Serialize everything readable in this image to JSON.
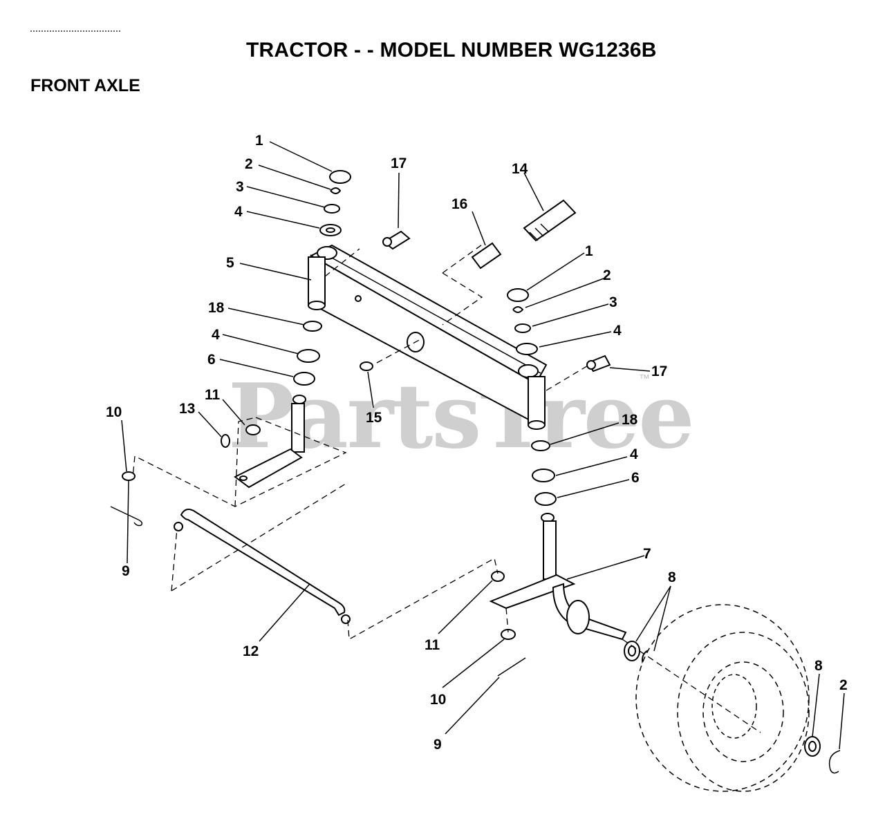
{
  "header": {
    "title": "TRACTOR - - MODEL NUMBER WG1236B",
    "section": "FRONT AXLE"
  },
  "watermark": {
    "text": "PartsTree",
    "trademark": "™"
  },
  "callouts": [
    {
      "id": "c1a",
      "text": "1"
    },
    {
      "id": "c2a",
      "text": "2"
    },
    {
      "id": "c3a",
      "text": "3"
    },
    {
      "id": "c4a",
      "text": "4"
    },
    {
      "id": "c5",
      "text": "5"
    },
    {
      "id": "c18a",
      "text": "18"
    },
    {
      "id": "c4b",
      "text": "4"
    },
    {
      "id": "c6a",
      "text": "6"
    },
    {
      "id": "c11a",
      "text": "11"
    },
    {
      "id": "c13",
      "text": "13"
    },
    {
      "id": "c10a",
      "text": "10"
    },
    {
      "id": "c9a",
      "text": "9"
    },
    {
      "id": "c17a",
      "text": "17"
    },
    {
      "id": "c16",
      "text": "16"
    },
    {
      "id": "c14",
      "text": "14"
    },
    {
      "id": "c1b",
      "text": "1"
    },
    {
      "id": "c2b",
      "text": "2"
    },
    {
      "id": "c3b",
      "text": "3"
    },
    {
      "id": "c4c",
      "text": "4"
    },
    {
      "id": "c17b",
      "text": "17"
    },
    {
      "id": "c15",
      "text": "15"
    },
    {
      "id": "c18b",
      "text": "18"
    },
    {
      "id": "c4d",
      "text": "4"
    },
    {
      "id": "c6b",
      "text": "6"
    },
    {
      "id": "c7",
      "text": "7"
    },
    {
      "id": "c8a",
      "text": "8"
    },
    {
      "id": "c12",
      "text": "12"
    },
    {
      "id": "c11b",
      "text": "11"
    },
    {
      "id": "c10b",
      "text": "10"
    },
    {
      "id": "c9b",
      "text": "9"
    },
    {
      "id": "c8b",
      "text": "8"
    },
    {
      "id": "c2c",
      "text": "2"
    }
  ]
}
